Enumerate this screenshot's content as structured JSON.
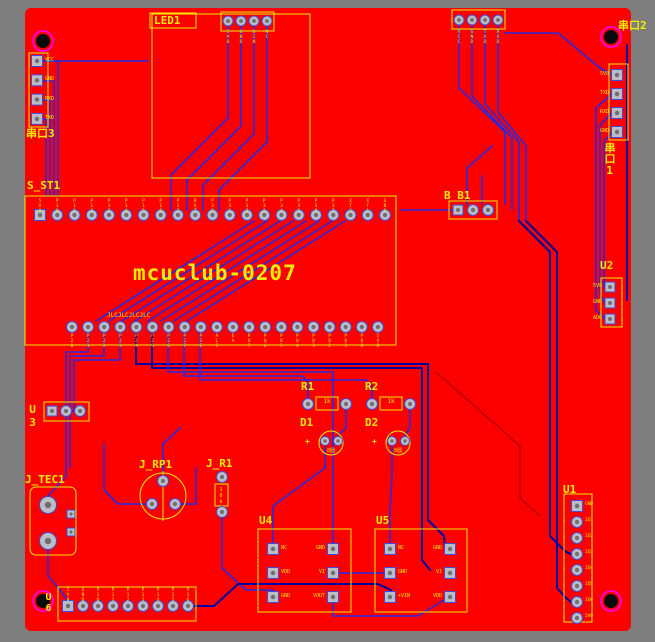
{
  "canvas": {
    "background_color": "#7E7E7E",
    "board_color": "#FC0000",
    "silkscreen_color": "#EDED00",
    "trace_color": "#2828E0",
    "trace_color_dark": "#0000A0",
    "pad_color": "#B9BDC6",
    "pad_ring_color": "#4848D0",
    "hole_ring_color": "#FF00FF"
  },
  "board": {
    "title_silkscreen": "mcuclub-0207",
    "watermark": "JLCJLCJLCJLC"
  },
  "components": {
    "serial3": {
      "label": "串口3",
      "pins": [
        "VCC",
        "GND",
        "RXD",
        "TXD"
      ]
    },
    "led1": {
      "label": "LED1",
      "pins": [
        "5V0",
        "GND",
        "DIN",
        "NC"
      ]
    },
    "serial2": {
      "label": "串口2",
      "pins": [
        "VCC",
        "GND",
        "TXD",
        "RXD"
      ]
    },
    "serial1": {
      "label": "串口1",
      "pins": [
        "5V0",
        "TXD",
        "RXD",
        "GND"
      ]
    },
    "s_st1": {
      "label": "S_ST1",
      "top_pins": [
        "5V0",
        "P10",
        "P11",
        "P12",
        "P13",
        "P14",
        "P15",
        "P16",
        "P17",
        "RST",
        "P30",
        "P31",
        "P32",
        "P33",
        "P34",
        "P35",
        "P36",
        "P37",
        "XT2",
        "XT1",
        "GND"
      ],
      "bottom_pins": [
        "P20",
        "P21",
        "P22",
        "P23",
        "P24",
        "P25",
        "P26",
        "P27",
        "PSE",
        "ALE",
        "EA",
        "P07",
        "P06",
        "P05",
        "P04",
        "P03",
        "P02",
        "P01",
        "P00",
        "5V0"
      ]
    },
    "b_b1": {
      "label": "B_B1"
    },
    "u1": {
      "label": "U1",
      "pins": [
        "GND",
        "IO1",
        "IO2",
        "IO3",
        "IO4",
        "IO5",
        "IO6",
        "5V0"
      ]
    },
    "u2": {
      "label": "U2",
      "pins": [
        "5V0",
        "GND",
        "AD0"
      ]
    },
    "u3": {
      "label": "U3"
    },
    "u4": {
      "label": "U4",
      "rows": [
        {
          "left": "NC",
          "right": "GND"
        },
        {
          "left": "VDD",
          "right": "VI"
        },
        {
          "left": "GND",
          "right": "VOUT"
        }
      ]
    },
    "u5": {
      "label": "U5",
      "rows": [
        {
          "left": "NC",
          "right": "GND"
        },
        {
          "left": "GND",
          "right": "VI"
        },
        {
          "left": "+VIN",
          "right": "VDD"
        }
      ]
    },
    "u6": {
      "label": "U6",
      "pins": [
        "5V0",
        "GND",
        "P10",
        "P11",
        "P12",
        "P13",
        "P14",
        "P15",
        "P16"
      ]
    },
    "r1": {
      "label": "R1",
      "value": "1k"
    },
    "r2": {
      "label": "R2",
      "value": "1k"
    },
    "d1": {
      "label": "D1",
      "value": "8圆",
      "polarity": "+"
    },
    "d2": {
      "label": "D2",
      "value": "8圆",
      "polarity": "+"
    },
    "j_rp1": {
      "label": "J_RP1"
    },
    "j_r1": {
      "label": "J_R1",
      "value": "10k"
    },
    "j_tec1": {
      "label": "J_TEC1"
    }
  }
}
